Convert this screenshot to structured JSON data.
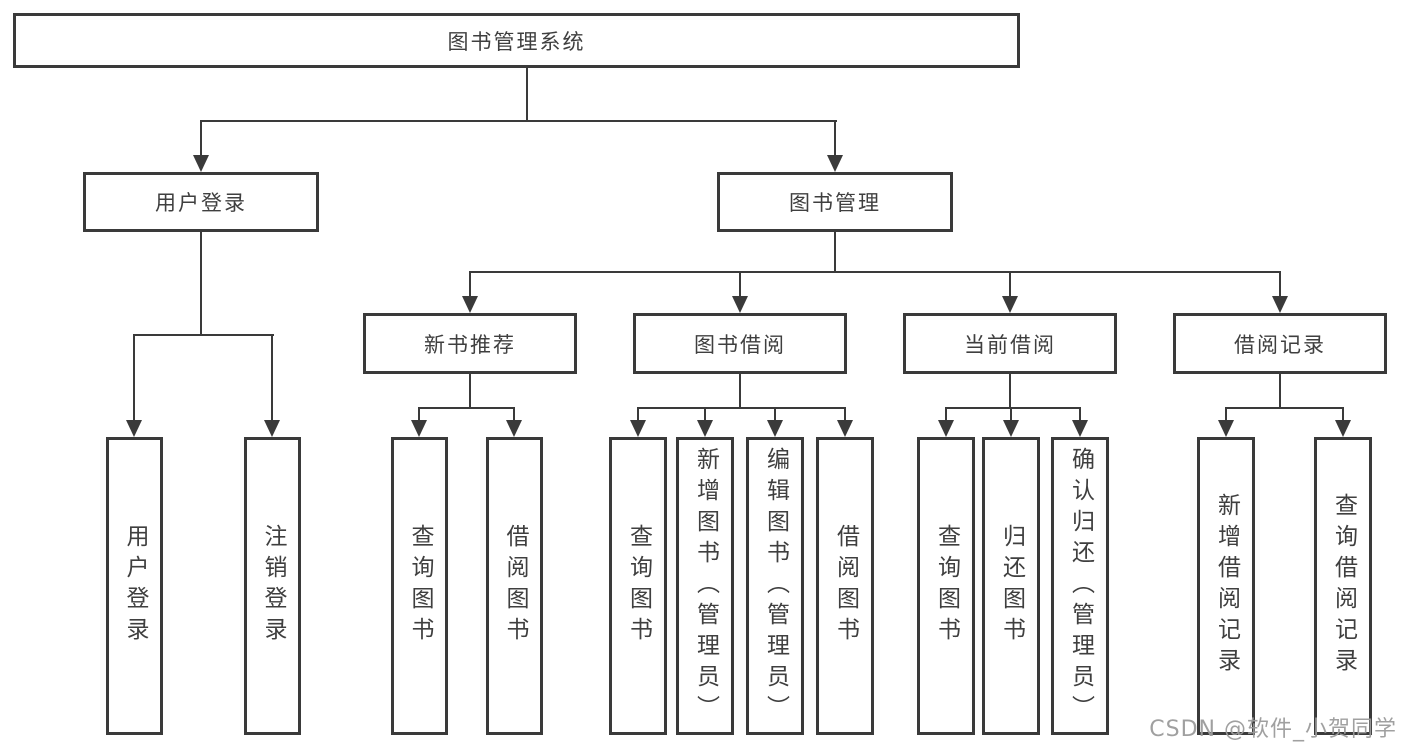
{
  "diagram": {
    "root": {
      "label": "图书管理系统"
    },
    "level2": [
      {
        "label": "用户登录"
      },
      {
        "label": "图书管理"
      }
    ],
    "level3": [
      {
        "label": "新书推荐"
      },
      {
        "label": "图书借阅"
      },
      {
        "label": "当前借阅"
      },
      {
        "label": "借阅记录"
      }
    ],
    "leaves": {
      "user_login": [
        "用户登录",
        "注销登录"
      ],
      "new_book_recommend": [
        "查询图书",
        "借阅图书"
      ],
      "book_borrow": [
        "查询图书",
        "新增图书（管理员）",
        "编辑图书（管理员）",
        "借阅图书"
      ],
      "current_borrow": [
        "查询图书",
        "归还图书",
        "确认归还（管理员）"
      ],
      "borrow_record": [
        "新增借阅记录",
        "查询借阅记录"
      ]
    }
  },
  "watermark": {
    "text": "CSDN @软件_小贺同学"
  },
  "colors": {
    "line": "#3a3a3a",
    "box_border": "#3a3a3a",
    "box_fill": "#ffffff",
    "text": "#3f3f3f",
    "watermark": "#9b9b9b",
    "background": "#ffffff"
  }
}
